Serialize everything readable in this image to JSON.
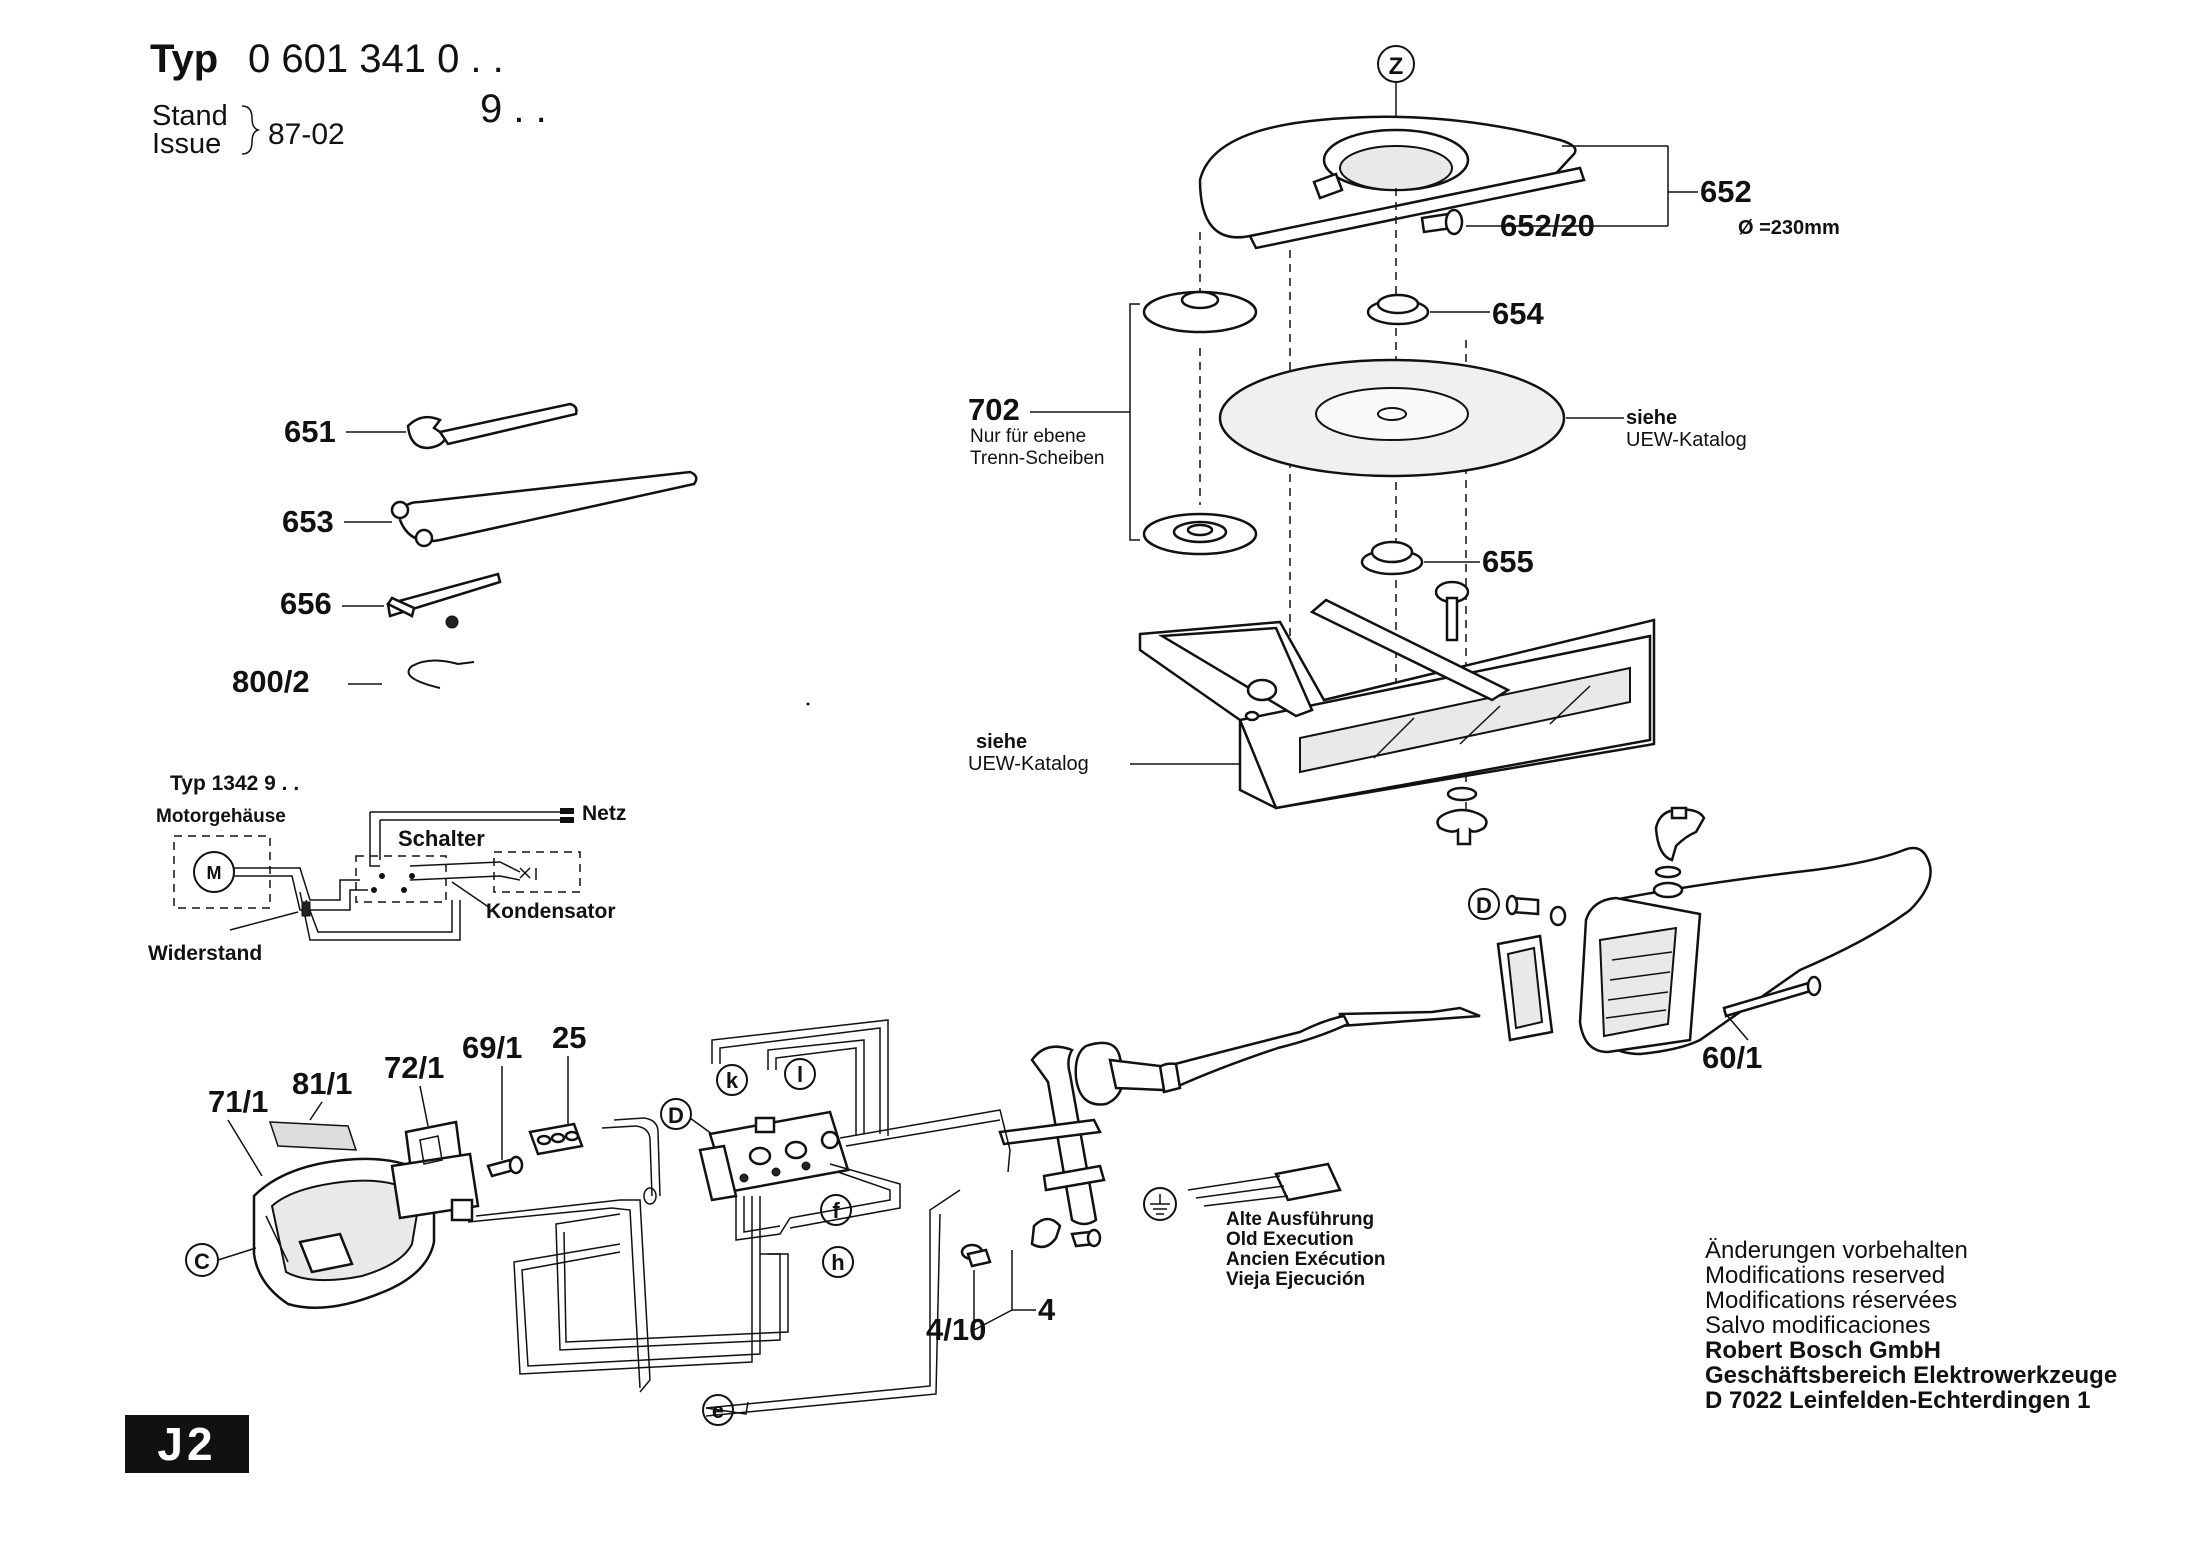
{
  "header": {
    "typ_label": "Typ",
    "typ_number": "0 601 341 0 . .",
    "variant": "9 . .",
    "stand": "Stand",
    "issue": "Issue",
    "date": "87-02"
  },
  "page_code": "J2",
  "parts": {
    "p651": "651",
    "p653": "653",
    "p656": "656",
    "p800_2": "800/2",
    "p652": "652",
    "p652_20": "652/20",
    "diameter": "Ø =230mm",
    "p654": "654",
    "p655": "655",
    "p702": "702",
    "p702_note1": "Nur für ebene",
    "p702_note2": "Trenn-Scheiben",
    "siehe1": "siehe",
    "uew1": "UEW-Katalog",
    "siehe2": "siehe",
    "uew2": "UEW-Katalog",
    "p60_1": "60/1",
    "p71_1": "71/1",
    "p81_1": "81/1",
    "p72_1": "72/1",
    "p69_1": "69/1",
    "p25": "25",
    "p4": "4",
    "p4_10": "4/10"
  },
  "markers": {
    "z": "Z",
    "d1": "D",
    "d2": "D",
    "c": "C",
    "k": "k",
    "l": "l",
    "f": "f",
    "h": "h",
    "e": "e"
  },
  "old_execution": [
    "Alte Ausführung",
    "Old Execution",
    "Ancien Exécution",
    "Vieja Ejecución"
  ],
  "schematic": {
    "title": "Typ 1342 9 . .",
    "motor_housing": "Motorgehäuse",
    "motor": "M",
    "switch": "Schalter",
    "mains": "Netz",
    "capacitor": "Kondensator",
    "resistor": "Widerstand"
  },
  "notes": {
    "lines": [
      "Änderungen vorbehalten",
      "Modifications reserved",
      "Modifications réservées",
      "Salvo modificaciones"
    ],
    "company": [
      "Robert Bosch GmbH",
      "Geschäftsbereich Elektrowerkzeuge",
      "D 7022 Leinfelden-Echterdingen 1"
    ]
  }
}
